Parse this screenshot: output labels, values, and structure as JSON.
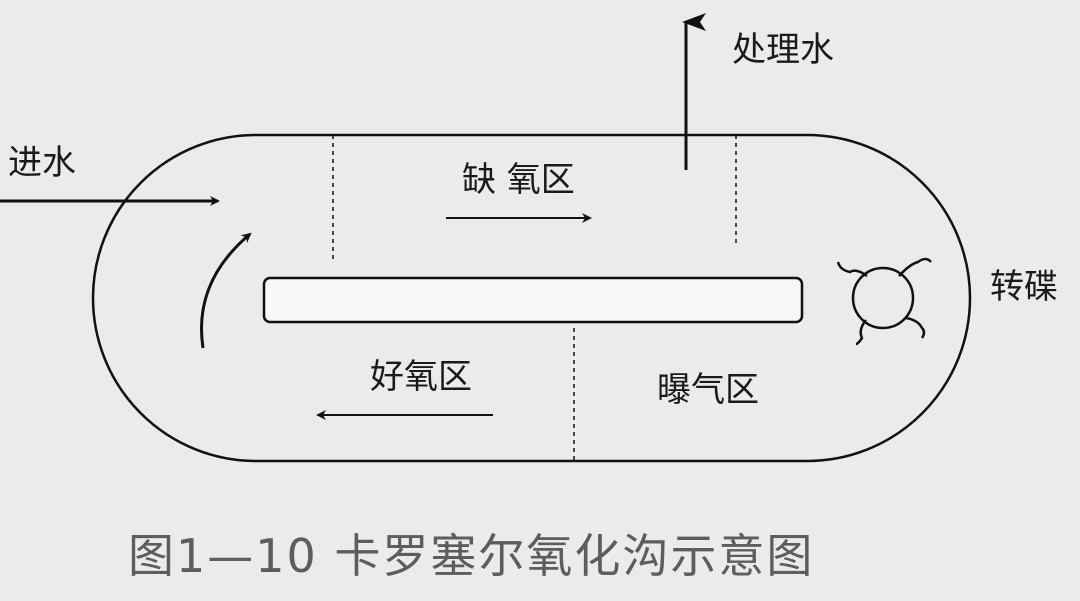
{
  "labels": {
    "inflow": "进水",
    "outflow": "处理水",
    "anoxic_zone": "缺 氧区",
    "aerobic_zone": "好氧区",
    "aeration_zone": "曝气区",
    "rotor": "转碟"
  },
  "caption": "图1—10  卡罗塞尔氧化沟示意图",
  "colors": {
    "background": "#ebebea",
    "line": "#111111",
    "caption": "#5d5d5d"
  }
}
